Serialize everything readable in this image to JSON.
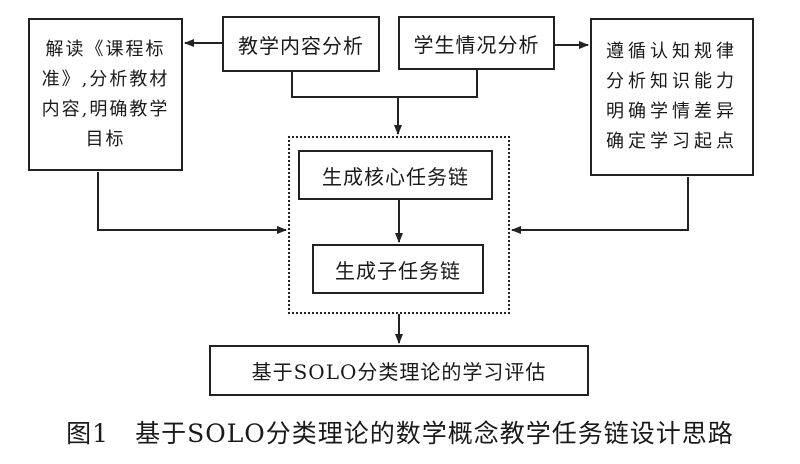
{
  "nodes": {
    "content_analysis": "教学内容分析",
    "student_analysis": "学生情况分析",
    "left_box": "解读《课程标\n准》,分析教材\n内容,明确教学\n目标",
    "right_box": "遵循认知规律\n分析知识能力\n明确学情差异\n确定学习起点",
    "core_chain": "生成核心任务链",
    "sub_chain": "生成子任务链",
    "evaluation": "基于SOLO分类理论的学习评估"
  },
  "caption": "图1　基于SOLO分类理论的数学概念教学任务链设计思路"
}
